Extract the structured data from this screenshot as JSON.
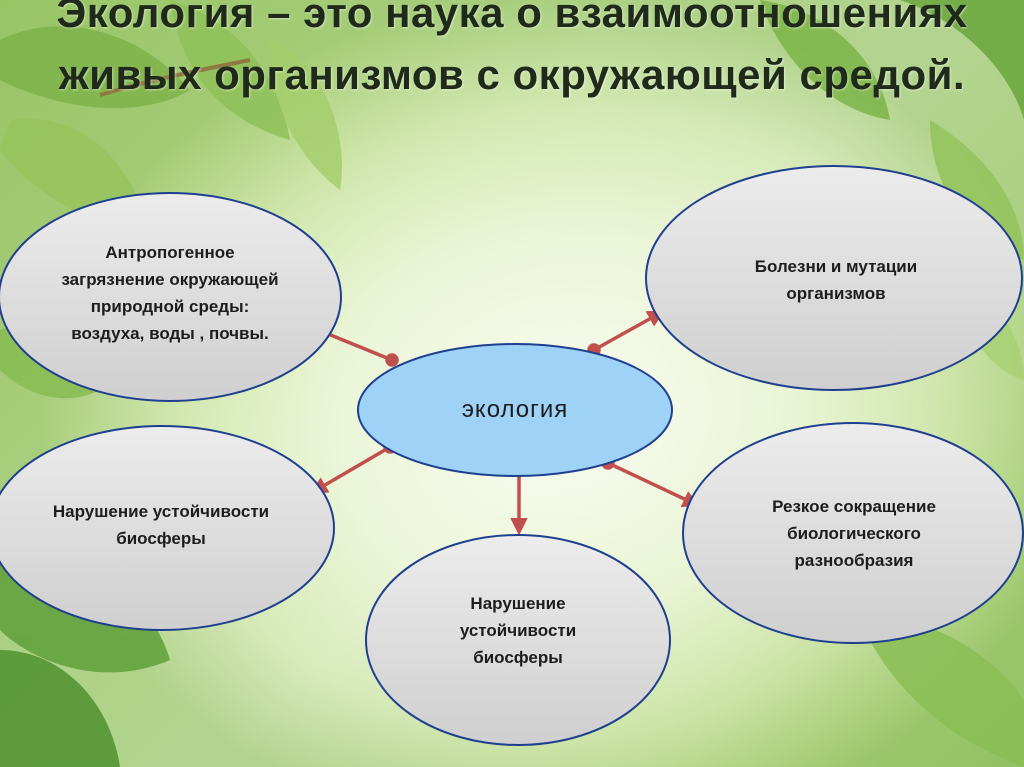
{
  "title": "Экология – это наука о взаимоотношениях живых организмов с окружающей средой.",
  "center": {
    "label": "экология",
    "color": "#9fd2f7"
  },
  "nodes": [
    {
      "id": "pollution",
      "label": "Антропогенное загрязнение окружающей природной среды: воздуха, воды , почвы."
    },
    {
      "id": "diseases",
      "label": "Болезни и мутации организмов"
    },
    {
      "id": "stability-left",
      "label": "Нарушение устойчивости биосферы"
    },
    {
      "id": "stability-bottom",
      "label": "Нарушение устойчивости биосферы"
    },
    {
      "id": "biodiversity",
      "label": "Резкое сокращение биологического разнообразия"
    }
  ],
  "colors": {
    "arrow": "#c0504d",
    "node_fill": "#d9d9d9",
    "node_stroke": "#1f3f8f"
  }
}
